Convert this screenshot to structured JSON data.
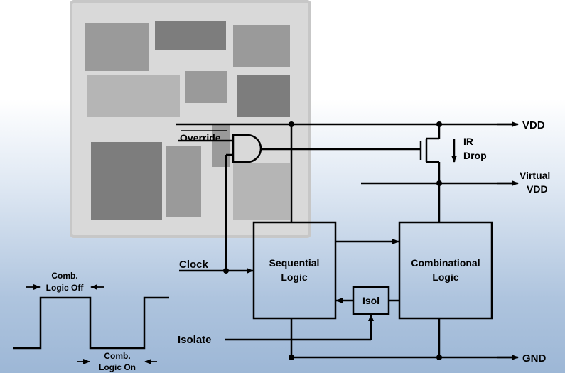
{
  "rails": {
    "vdd": "VDD",
    "virtual_vdd_line1": "Virtual",
    "virtual_vdd_line2": "VDD",
    "gnd": "GND"
  },
  "signals": {
    "override": "Override",
    "clock": "Clock",
    "isolate": "Isolate"
  },
  "ir_drop": {
    "line1": "IR",
    "line2": "Drop"
  },
  "blocks": {
    "sequential": {
      "line1": "Sequential",
      "line2": "Logic"
    },
    "combinational": {
      "line1": "Combinational",
      "line2": "Logic"
    },
    "isol": "Isol"
  },
  "waveform": {
    "off_line1": "Comb.",
    "off_line2": "Logic Off",
    "on_line1": "Comb.",
    "on_line2": "Logic On"
  },
  "colors": {
    "wire": "#000000",
    "chip_background": "#d9d9d9",
    "slide_gradient_bottom": "#9db7d6"
  }
}
